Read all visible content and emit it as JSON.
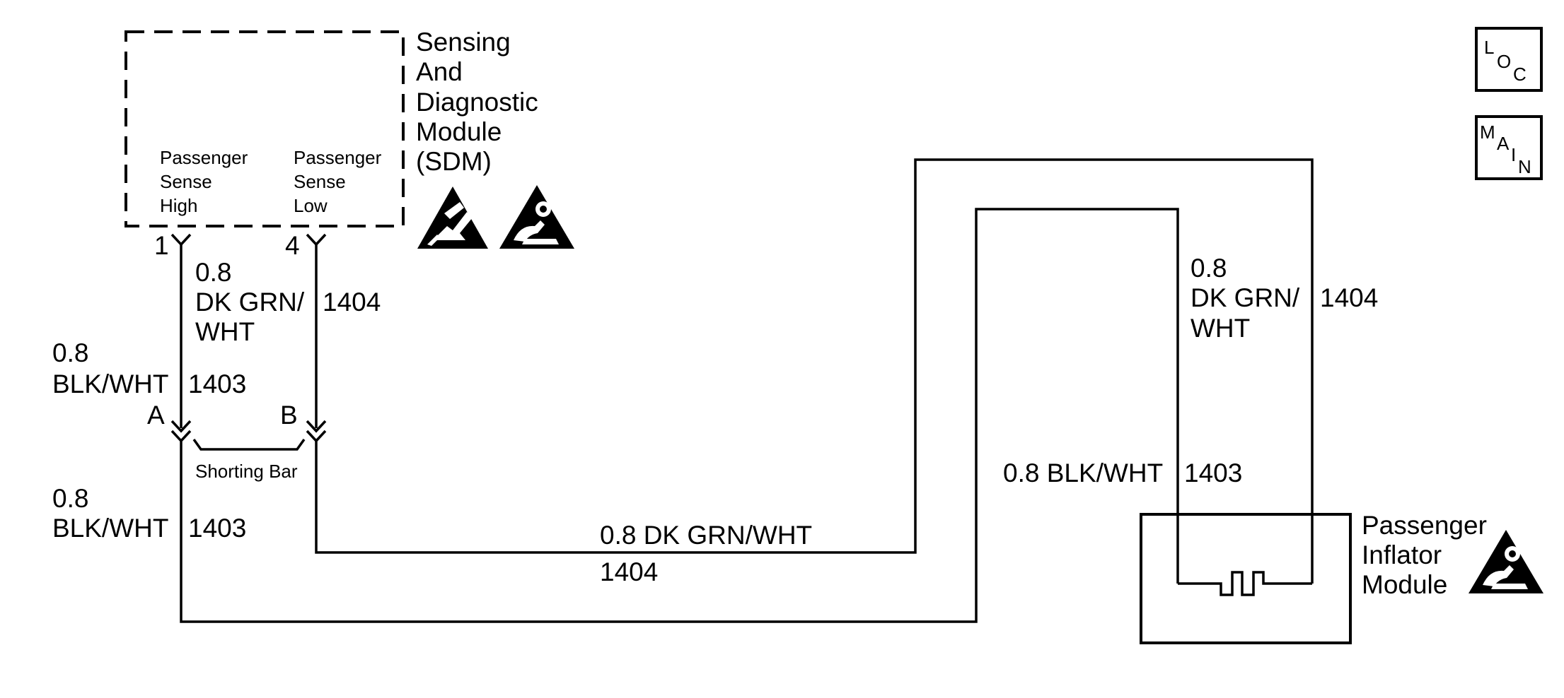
{
  "sdm": {
    "title_lines": [
      "Sensing",
      "And",
      "Diagnostic",
      "Module",
      "(SDM)"
    ],
    "pin1_label_lines": [
      "Passenger",
      "Sense",
      "High"
    ],
    "pin4_label_lines": [
      "Passenger",
      "Sense",
      "Low"
    ],
    "pin1_number": "1",
    "pin4_number": "4",
    "icons": [
      "esd-warning-icon",
      "airbag-warning-icon"
    ]
  },
  "connector": {
    "pin_a": "A",
    "pin_b": "B",
    "shorting_bar": "Shorting Bar"
  },
  "wires": {
    "w1404_upper": {
      "size": "0.8",
      "color_line1": "DK GRN/",
      "color_line2": "WHT",
      "circuit": "1404"
    },
    "w1403_upper": {
      "size": "0.8",
      "color": "BLK/WHT",
      "circuit": "1403"
    },
    "w1403_lower": {
      "size": "0.8",
      "color": "BLK/WHT",
      "circuit": "1403"
    },
    "w1404_horizontal": {
      "label": "0.8 DK GRN/WHT",
      "circuit": "1404"
    },
    "w1404_right": {
      "size": "0.8",
      "color_line1": "DK GRN/",
      "color_line2": "WHT",
      "circuit": "1404"
    },
    "w1403_right": {
      "label": "0.8 BLK/WHT",
      "circuit": "1403"
    }
  },
  "inflator": {
    "title_lines": [
      "Passenger",
      "Inflator",
      "Module"
    ],
    "icon": "airbag-warning-icon"
  },
  "nav": {
    "loc": {
      "l": "L",
      "o": "O",
      "c": "C"
    },
    "main": {
      "m": "M",
      "a": "A",
      "i": "I",
      "n": "N"
    }
  }
}
